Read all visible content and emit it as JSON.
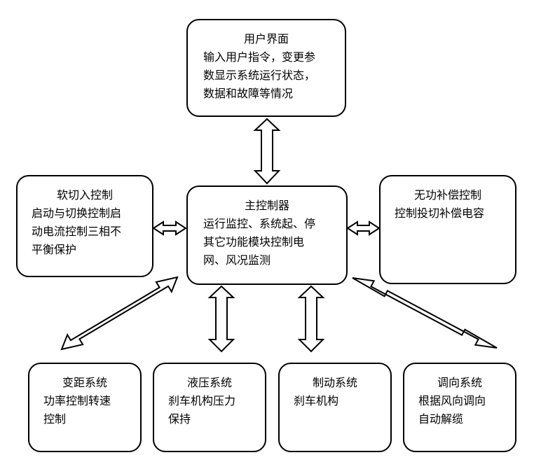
{
  "nodes": {
    "user_interface": {
      "title": "用户界面",
      "lines": [
        "输入用户指令，变更参",
        "数显示系统运行状态，",
        "数据和故障等情况"
      ]
    },
    "main_controller": {
      "title": "主控制器",
      "lines": [
        "运行监控、系统起、停",
        "其它功能模块控制电",
        "网、风况监测"
      ]
    },
    "soft_start": {
      "title": "软切入控制",
      "lines": [
        "启动与切换控制启",
        "动电流控制三相不",
        "平衡保护"
      ]
    },
    "reactive_comp": {
      "title": "无功补偿控制",
      "lines": [
        "控制投切补偿电容"
      ]
    },
    "pitch": {
      "title": "变距系统",
      "lines": [
        "功率控制转速",
        "控制"
      ]
    },
    "hydraulic": {
      "title": "液压系统",
      "lines": [
        "刹车机构压力",
        "保持"
      ]
    },
    "brake": {
      "title": "制动系统",
      "lines": [
        "刹车机构"
      ]
    },
    "yaw": {
      "title": "调向系统",
      "lines": [
        "根据风向调向",
        "自动解缆"
      ]
    }
  }
}
